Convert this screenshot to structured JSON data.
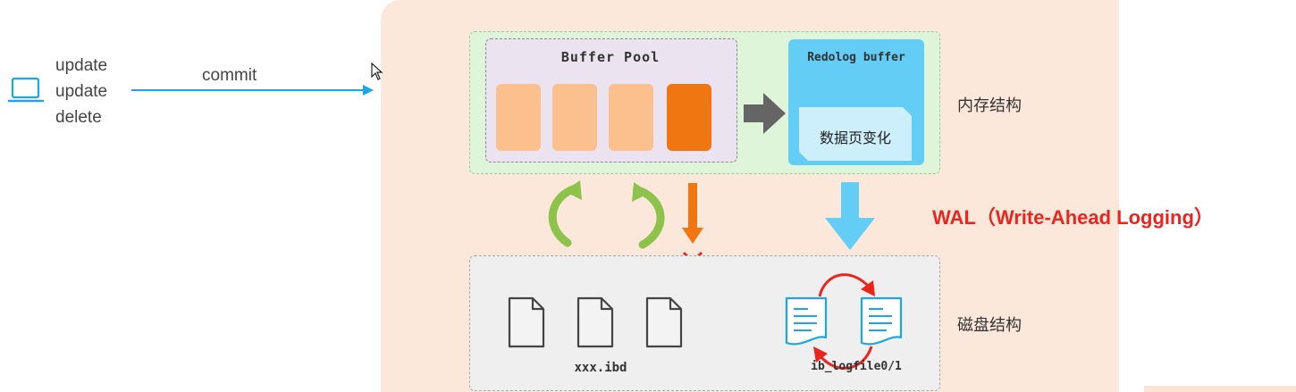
{
  "left": {
    "commands": [
      "update",
      "update",
      "delete"
    ],
    "arrow_label": "commit"
  },
  "memory": {
    "label": "内存结构",
    "buffer_pool": {
      "title": "Buffer Pool"
    },
    "redolog_buffer": {
      "title": "Redolog buffer",
      "content": "数据页变化"
    }
  },
  "wal": {
    "label": "WAL（Write-Ahead Logging）"
  },
  "disk": {
    "label": "磁盘结构",
    "data_file_label": "xxx.ibd",
    "log_file_label": "ib_logfile0/1"
  },
  "icons": {
    "client": "laptop-icon",
    "cursor": "mouse-pointer-icon",
    "data_file": "file-icon",
    "log_file": "log-file-icon"
  },
  "colors": {
    "panel": "#fce8db",
    "memory_area": "#dff5d9",
    "buffer_pool": "#ebe3ef",
    "page": "#fcc08f",
    "dirty_page": "#f07611",
    "redolog_buffer": "#63cdf5",
    "disk_area": "#efefef",
    "commit_arrow": "#1aa7e6",
    "sync_arrow": "#8dc34a",
    "flush_arrow": "#f07611",
    "wal_text": "#e8261e"
  }
}
